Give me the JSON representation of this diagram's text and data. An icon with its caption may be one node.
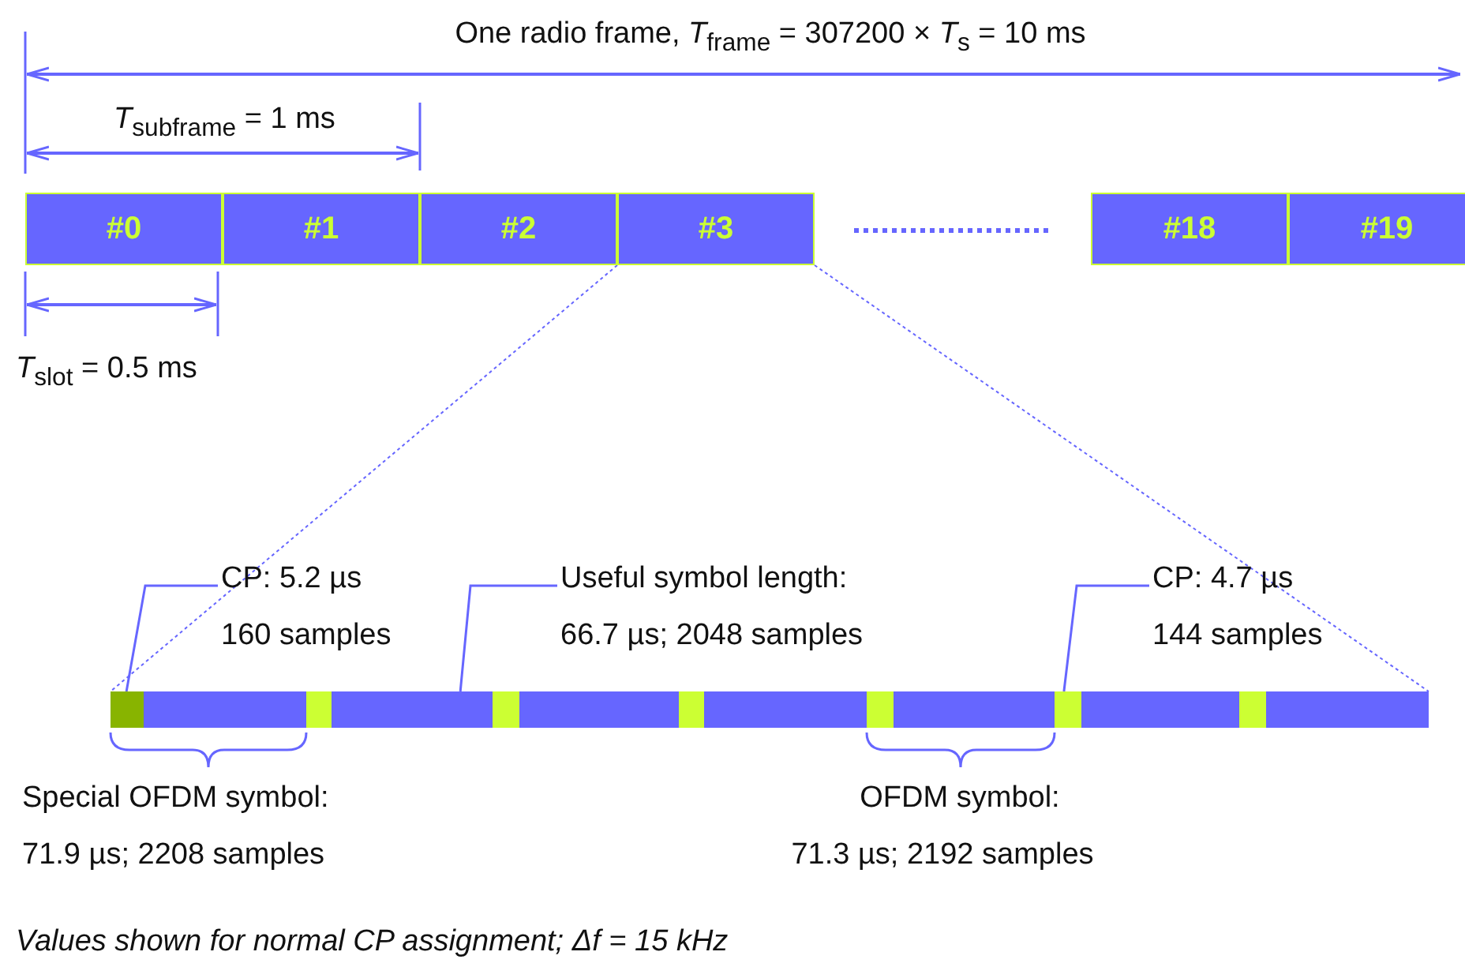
{
  "diagram": {
    "caption": "Values shown for normal CP assignment; Δf = 15 kHz",
    "nodes": [
      {
        "text": [
          "#0"
        ]
      },
      {
        "text": [
          "#1"
        ]
      },
      {
        "text": [
          "#2"
        ]
      },
      {
        "text": [
          "#3"
        ]
      },
      {
        "text": [
          "#18"
        ]
      },
      {
        "text": [
          "#19"
        ]
      },
      {
        "text": [
          "CP: 5.2 µs",
          "160 samples"
        ]
      },
      {
        "text": [
          "Useful symbol length:",
          "66.7 µs; 2048 samples"
        ]
      },
      {
        "text": [
          "CP: 4.7 µs",
          "144 samples"
        ]
      },
      {
        "text": [],
        "shape": "bar"
      },
      {
        "text": [],
        "shape": "bar"
      },
      {
        "text": [],
        "shape": "bar"
      },
      {
        "text": [],
        "shape": "bar"
      },
      {
        "text": [],
        "shape": "bar"
      },
      {
        "text": [],
        "shape": "bar"
      },
      {
        "text": [],
        "shape": "bar"
      },
      {
        "text": [],
        "shape": "bar"
      },
      {
        "text": [],
        "shape": "bar"
      },
      {
        "text": [],
        "shape": "bar"
      },
      {
        "text": [],
        "shape": "bar"
      },
      {
        "text": [],
        "shape": "bar"
      },
      {
        "text": [],
        "shape": "bar"
      },
      {
        "text": [],
        "shape": "bar"
      }
    ],
    "edges": [
      {
        "from": 3,
        "to": 9,
        "arrow": "none",
        "style": "dashed"
      },
      {
        "from": 3,
        "to": 22,
        "arrow": "none",
        "style": "dashed"
      },
      {
        "from": 6,
        "to": 9,
        "arrow": "none"
      },
      {
        "from": 7,
        "to": 12,
        "arrow": "none"
      },
      {
        "from": 8,
        "to": 19,
        "arrow": "none"
      }
    ],
    "labels": [
      "One radio frame, *T*$_{frame}$ = 307200 × *T*$_{s}$ = 10 ms",
      "*T*$_{subframe}$ = 1 ms",
      "*T*$_{slot}$ = 0.5 ms",
      "Special OFDM symbol:",
      "OFDM symbol:",
      "71.9 µs; 2208 samples",
      "71.3 µs; 2192 samples"
    ]
  }
}
